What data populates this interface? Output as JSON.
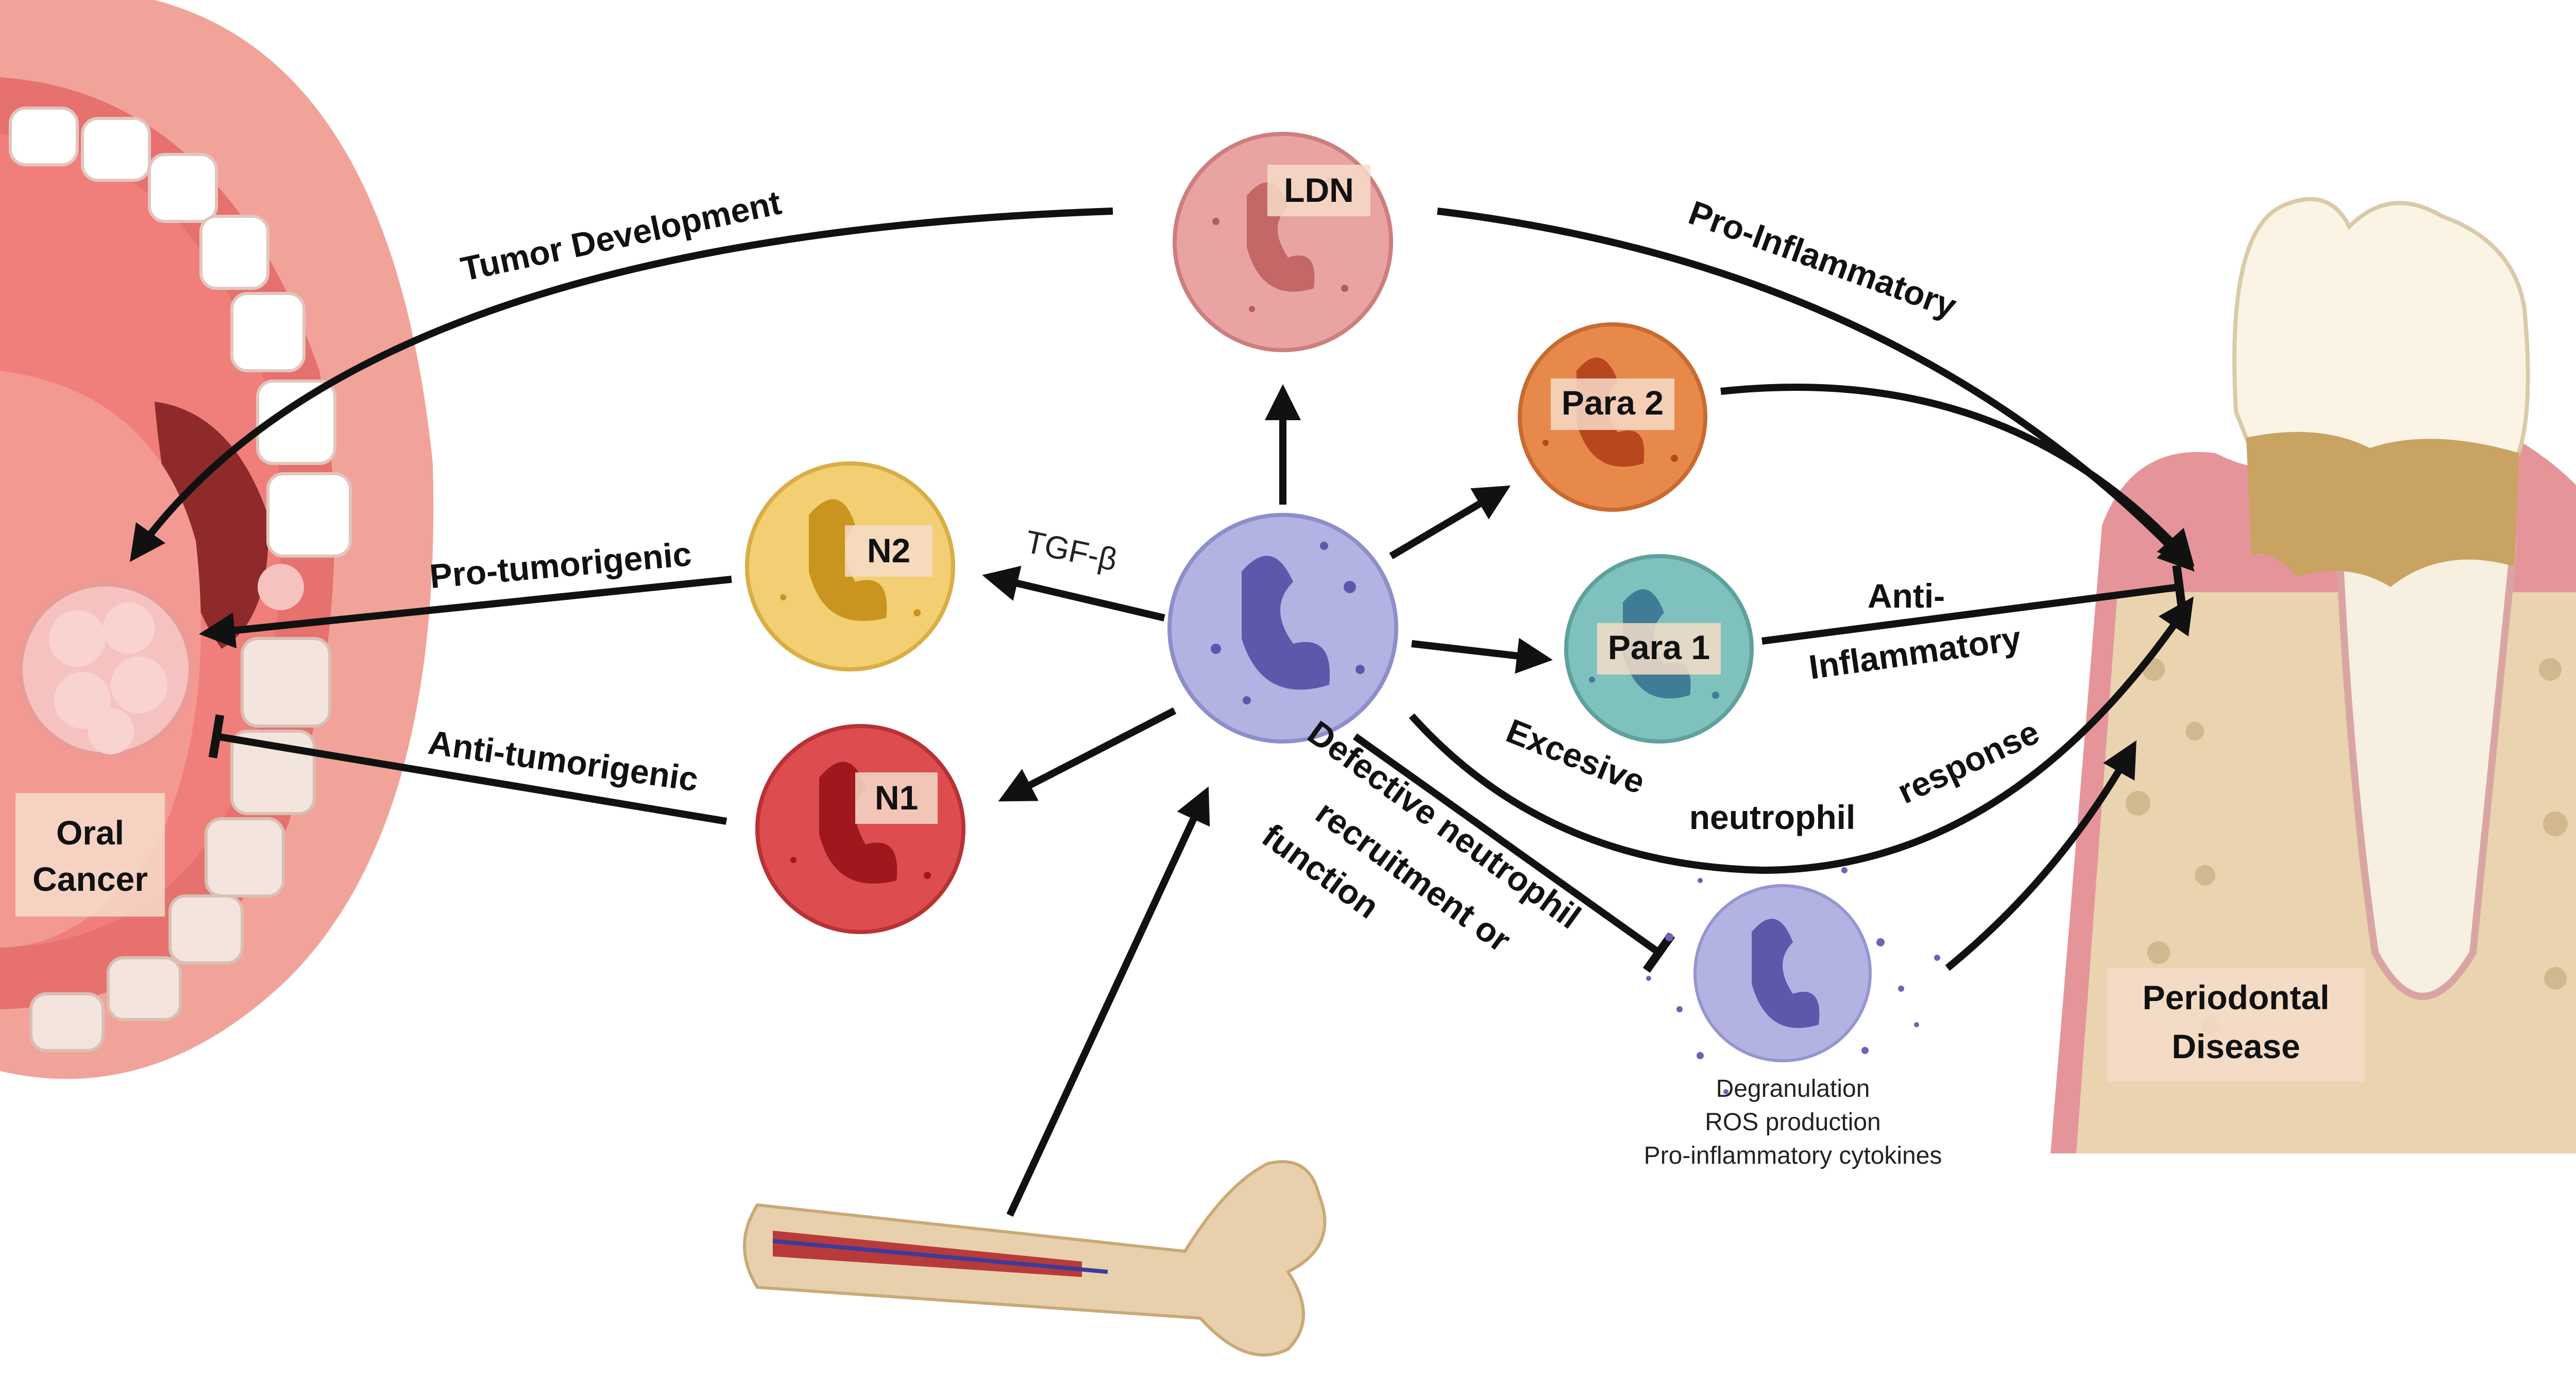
{
  "cells": {
    "ldn": "LDN",
    "para2": "Para 2",
    "para1": "Para 1",
    "n2": "N2",
    "n1": "N1"
  },
  "organs": {
    "oral_cancer_line1": "Oral",
    "oral_cancer_line2": "Cancer",
    "periodontal_line1": "Periodontal",
    "periodontal_line2": "Disease"
  },
  "arrows": {
    "tumor_development": "Tumor Development",
    "pro_inflammatory": "Pro-Inflammatory",
    "pro_tumorigenic": "Pro-tumorigenic",
    "anti_tumorigenic": "Anti-tumorigenic",
    "tgf_beta": "TGF-β",
    "anti_inflammatory_line1": "Anti-",
    "anti_inflammatory_line2": "Inflammatory",
    "excessive_word1": "Excesive",
    "excessive_word2": "neutrophil",
    "excessive_word3": "response",
    "defective_line1": "Defective neutrophil",
    "defective_line2": "recruitment or",
    "defective_line3": "function"
  },
  "degranulation": {
    "line1": "Degranulation",
    "line2": "ROS production",
    "line3": "Pro-inflammatory cytokines"
  },
  "colors": {
    "central_neutrophil": "#b3b3e3",
    "ldn": "#e9a3a3",
    "para2": "#e8894c",
    "para1": "#7fc2bd",
    "n2": "#f2cf72",
    "n1": "#dd4d4f",
    "mouth": "#f1a39a",
    "bone": "#e8d0ad",
    "arrow": "#111111"
  }
}
